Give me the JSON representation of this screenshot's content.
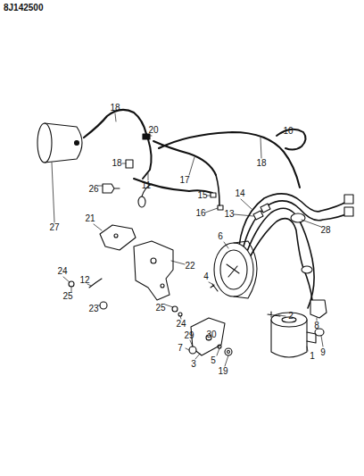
{
  "diagram": {
    "labels": [
      "8J142500",
      "18",
      "20",
      "18",
      "26",
      "11",
      "17",
      "18",
      "10",
      "15",
      "16",
      "14",
      "13",
      "28",
      "27",
      "21",
      "22",
      "24",
      "12",
      "25",
      "23",
      "6",
      "4",
      "8",
      "9",
      "2",
      "25",
      "24",
      "29",
      "30",
      "1",
      "3",
      "5",
      "7",
      "19"
    ]
  }
}
